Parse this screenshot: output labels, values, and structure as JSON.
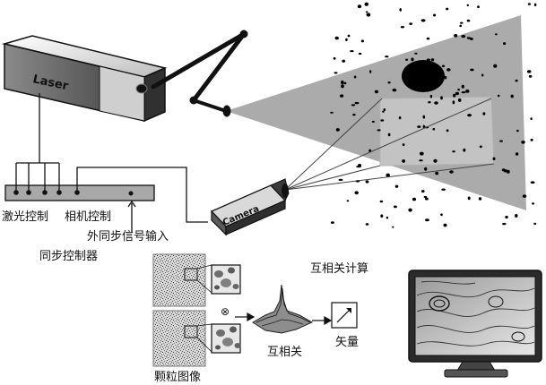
{
  "laser": {
    "label": "Laser"
  },
  "camera": {
    "label": "Camera"
  },
  "controller": {
    "laser_control": "激光控制",
    "camera_control": "相机控制",
    "external_sync": "外同步信号输入",
    "name": "同步控制器"
  },
  "processing": {
    "particle_images": "颗粒图像",
    "operator": "⊗",
    "cross_correlation": "互相关",
    "cross_correlation_calc": "互相关计算",
    "vector": "矢量"
  }
}
